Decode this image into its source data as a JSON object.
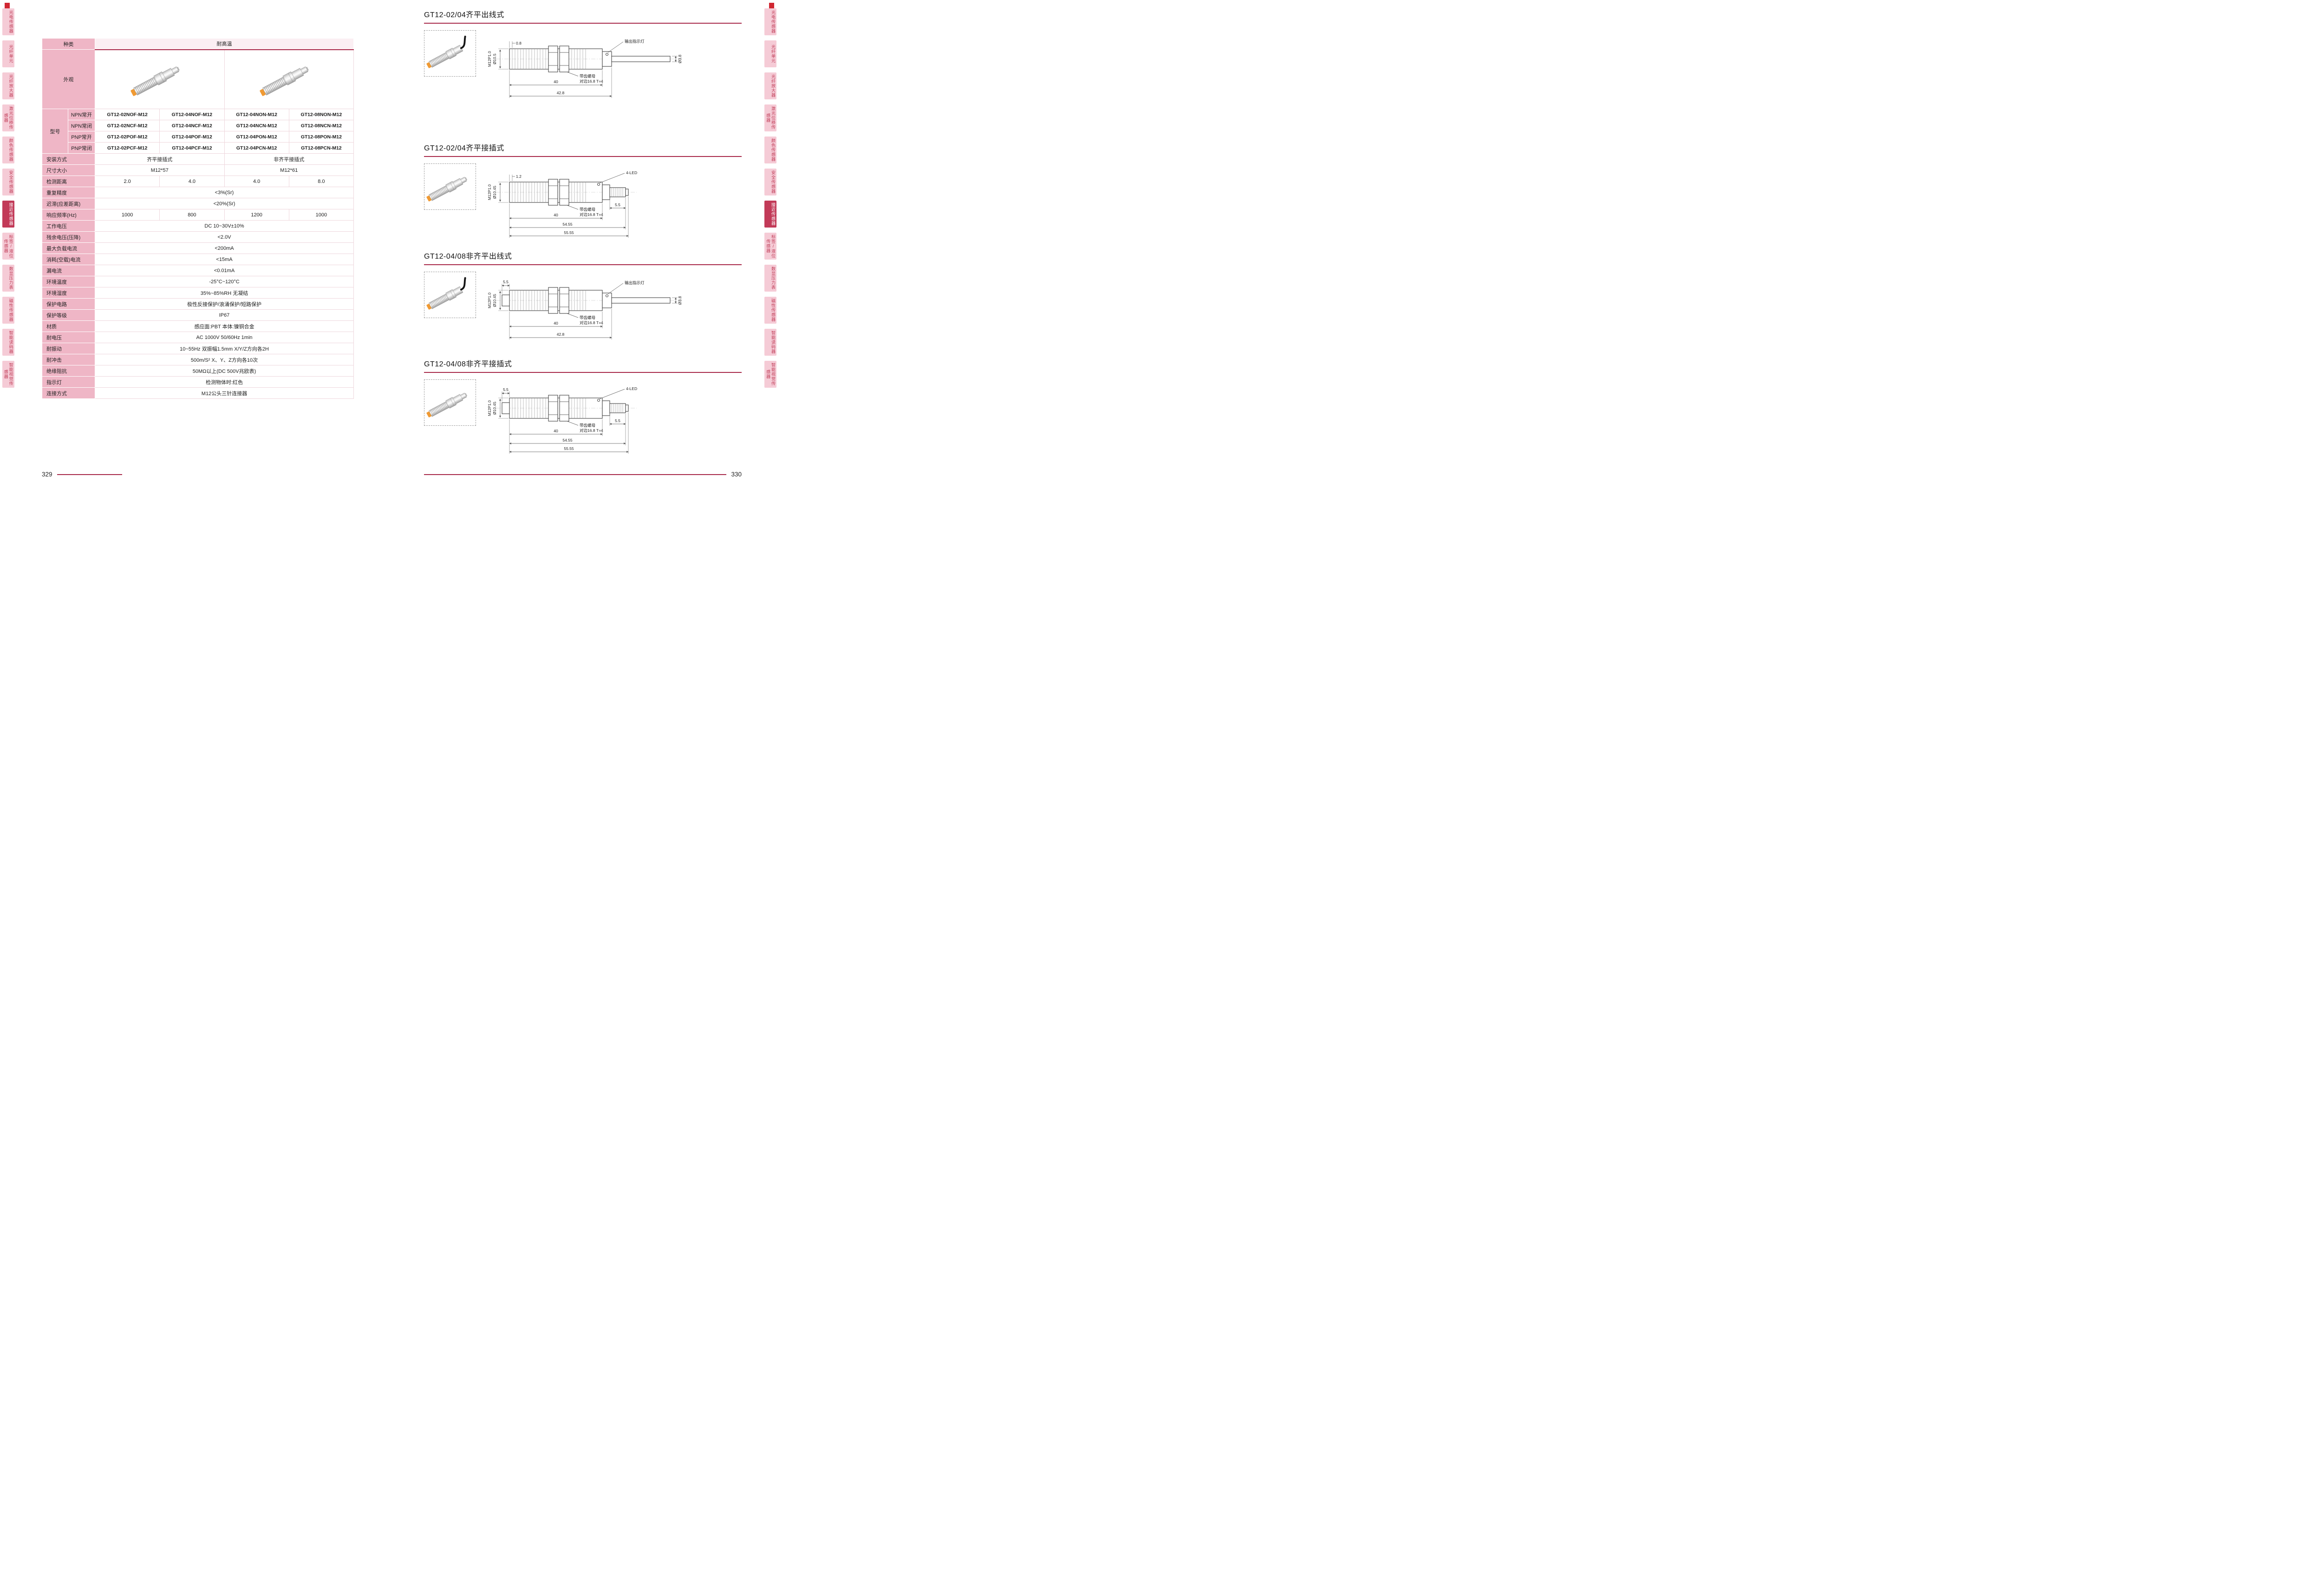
{
  "page": {
    "left_number": "329",
    "right_number": "330"
  },
  "colors": {
    "accent": "#a82a4a",
    "tab_bg": "#f5cbd6",
    "tab_active_bg": "#c23a58",
    "label_cell_bg": "#efb6c6",
    "corner_mark": "#d02631",
    "sensor_tip": "#f09a33"
  },
  "sidebar": {
    "active": "接近传感器",
    "items": [
      "光电传感器",
      "光纤单元",
      "光纤放大器",
      "激光位移传感器",
      "颜色传感器",
      "安全传感器",
      "接近传感器",
      "标签/液位传感器",
      "数显压力表",
      "磁性传感器",
      "智能读码器",
      "智能视觉传感器"
    ]
  },
  "spec_table": {
    "kind_label": "种类",
    "kind_value": "耐高温",
    "appearance_label": "外观",
    "model": {
      "label": "型号",
      "rows": [
        {
          "type": "NPN常开",
          "models": [
            "GT12-02NOF-M12",
            "GT12-04NOF-M12",
            "GT12-04NON-M12",
            "GT12-08NON-M12"
          ]
        },
        {
          "type": "NPN常闭",
          "models": [
            "GT12-02NCF-M12",
            "GT12-04NCF-M12",
            "GT12-04NCN-M12",
            "GT12-08NCN-M12"
          ]
        },
        {
          "type": "PNP常开",
          "models": [
            "GT12-02POF-M12",
            "GT12-04POF-M12",
            "GT12-04PON-M12",
            "GT12-08PON-M12"
          ]
        },
        {
          "type": "PNP常闭",
          "models": [
            "GT12-02PCF-M12",
            "GT12-04PCF-M12",
            "GT12-04PCN-M12",
            "GT12-08PCN-M12"
          ]
        }
      ]
    },
    "spec_rows": [
      {
        "label": "安装方式",
        "cells": [
          {
            "text": "齐平接插式",
            "span": 2
          },
          {
            "text": "非齐平接插式",
            "span": 2
          }
        ]
      },
      {
        "label": "尺寸大小",
        "cells": [
          {
            "text": "M12*57",
            "span": 2
          },
          {
            "text": "M12*61",
            "span": 2
          }
        ]
      },
      {
        "label": "检测距离",
        "cells": [
          {
            "text": "2.0"
          },
          {
            "text": "4.0"
          },
          {
            "text": "4.0"
          },
          {
            "text": "8.0"
          }
        ]
      },
      {
        "label": "重复精度",
        "cells": [
          {
            "text": "<3%(Sr)",
            "span": 4
          }
        ]
      },
      {
        "label": "迟滞(应差距离)",
        "cells": [
          {
            "text": "<20%(Sr)",
            "span": 4
          }
        ]
      },
      {
        "label": "响应频率(Hz)",
        "cells": [
          {
            "text": "1000"
          },
          {
            "text": "800"
          },
          {
            "text": "1200"
          },
          {
            "text": "1000"
          }
        ]
      },
      {
        "label": "工作电压",
        "cells": [
          {
            "text": "DC 10~30V±10%",
            "span": 4
          }
        ]
      },
      {
        "label": "残余电压(压降)",
        "cells": [
          {
            "text": "<2.0V",
            "span": 4
          }
        ]
      },
      {
        "label": "最大负载电流",
        "cells": [
          {
            "text": "<200mA",
            "span": 4
          }
        ]
      },
      {
        "label": "消耗(空载)电流",
        "cells": [
          {
            "text": "<15mA",
            "span": 4
          }
        ]
      },
      {
        "label": "漏电流",
        "cells": [
          {
            "text": "<0.01mA",
            "span": 4
          }
        ]
      },
      {
        "label": "环境温度",
        "cells": [
          {
            "text": "-25°C~120°C",
            "span": 4
          }
        ]
      },
      {
        "label": "环境湿度",
        "cells": [
          {
            "text": "35%~85%RH 无凝结",
            "span": 4
          }
        ]
      },
      {
        "label": "保护电路",
        "cells": [
          {
            "text": "极性反接保护/浪涌保护/短路保护",
            "span": 4
          }
        ]
      },
      {
        "label": "保护等级",
        "cells": [
          {
            "text": "IP67",
            "span": 4
          }
        ]
      },
      {
        "label": "材质",
        "cells": [
          {
            "text": "感应面:PBT 本体:镍铜合金",
            "span": 4
          }
        ]
      },
      {
        "label": "耐电压",
        "cells": [
          {
            "text": "AC 1000V 50/60Hz 1min",
            "span": 4
          }
        ]
      },
      {
        "label": "耐振动",
        "cells": [
          {
            "text": "10~55Hz 双振幅1.5mm  X/Y/Z方向各2H",
            "span": 4
          }
        ]
      },
      {
        "label": "耐冲击",
        "cells": [
          {
            "text": "500m/S²  X、Y、Z方向各10次",
            "span": 4
          }
        ]
      },
      {
        "label": "绝缘阻抗",
        "cells": [
          {
            "text": "50MΩ以上(DC 500V兆欧表)",
            "span": 4
          }
        ]
      },
      {
        "label": "指示灯",
        "cells": [
          {
            "text": "检测物体时:红色",
            "span": 4
          }
        ]
      },
      {
        "label": "连接方式",
        "cells": [
          {
            "text": "M12公头三针连接器",
            "span": 4
          }
        ]
      }
    ]
  },
  "diagrams": [
    {
      "title": "GT12-02/04齐平出线式",
      "labels": {
        "m12": "M12P1.0",
        "dia": "Ø10.5",
        "tip": "0.8",
        "nut1": "带齿螺母",
        "nut2": "对边16.8 T=4",
        "led": "输出指示灯",
        "cable": "Ø3.8",
        "len1": "40",
        "len2": "42.8"
      }
    },
    {
      "title": "GT12-02/04齐平接插式",
      "labels": {
        "m12": "M12P1.0",
        "dia": "Ø10.45",
        "tip": "1.2",
        "nut1": "带齿螺母",
        "nut2": "对边16.8 T=4",
        "led": "4-LED",
        "conn": "5.5",
        "len1": "40",
        "len2": "54.55",
        "len3": "55.55"
      }
    },
    {
      "title": "GT12-04/08非齐平出线式",
      "labels": {
        "m12": "M12P1.0",
        "dia": "Ø10.45",
        "tip": "5.5",
        "nut1": "带齿螺母",
        "nut2": "对边16.8 T=4",
        "led": "输出指示灯",
        "cable": "Ø3.8",
        "len1": "40",
        "len2": "42.8"
      }
    },
    {
      "title": "GT12-04/08非齐平接插式",
      "labels": {
        "m12": "M12P1.0",
        "dia": "Ø10.45",
        "tip": "5.5",
        "nut1": "带齿螺母",
        "nut2": "对边16.8 T=4",
        "led": "4-LED",
        "conn": "5.5",
        "len1": "40",
        "len2": "54.55",
        "len3": "55.55"
      }
    }
  ]
}
